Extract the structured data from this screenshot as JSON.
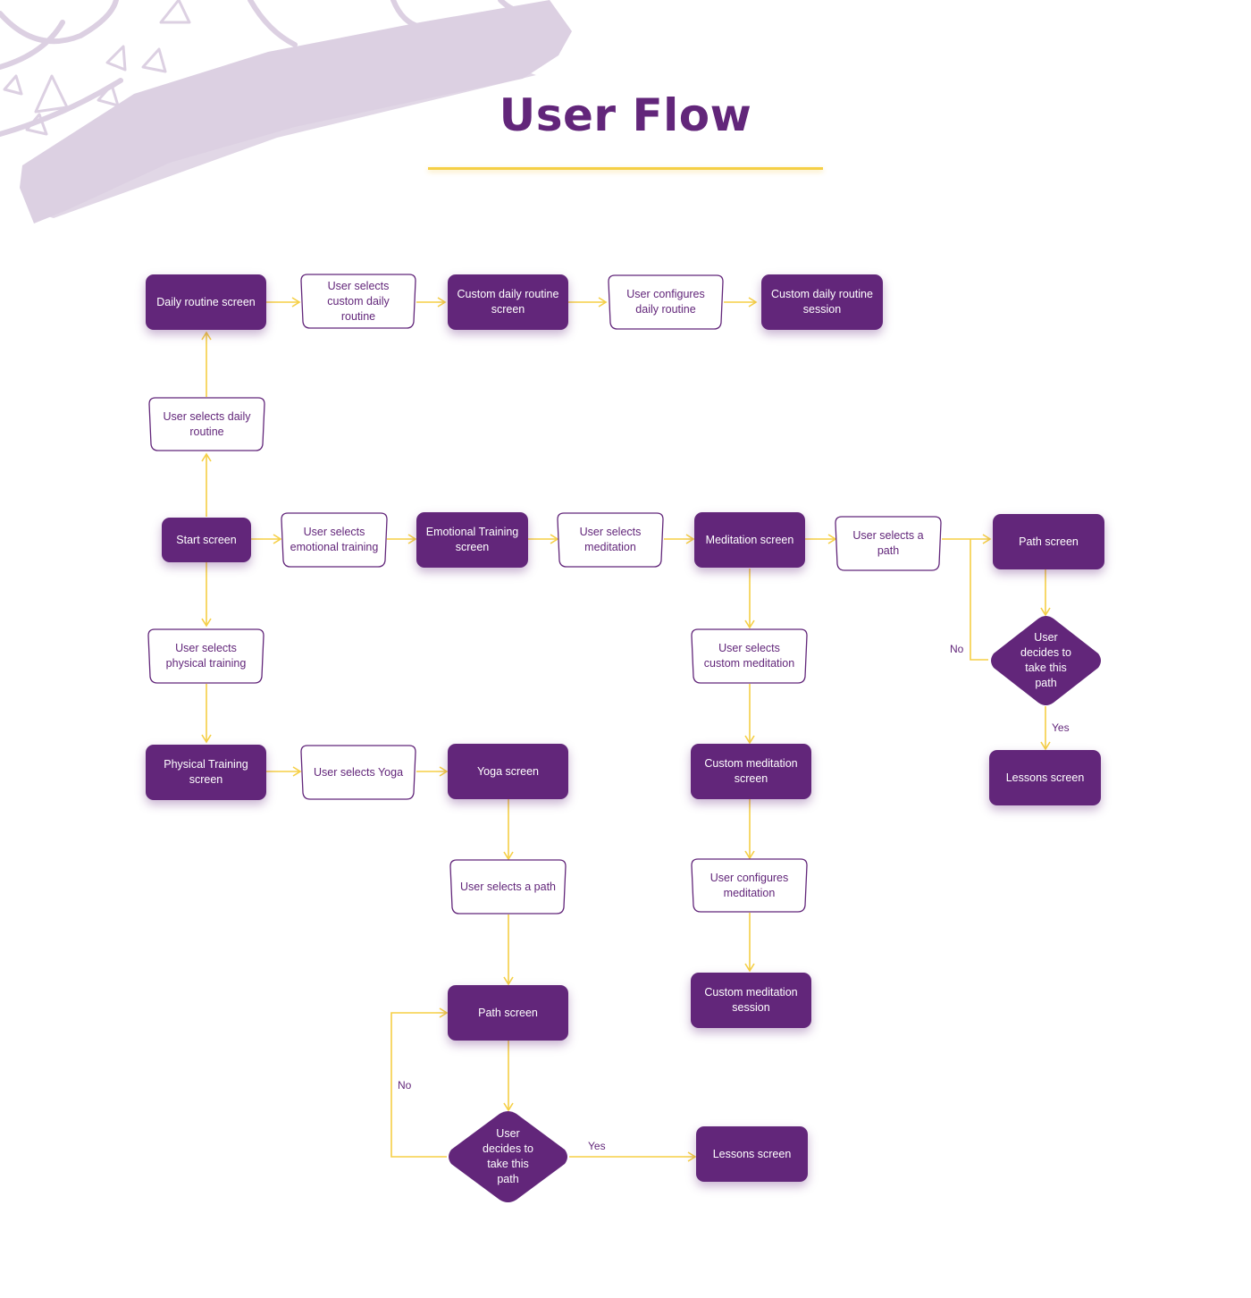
{
  "title": "User Flow",
  "colors": {
    "primary": "#62267a",
    "accent": "#f5cf45",
    "decoration": "#dcd0e2"
  },
  "nodes": {
    "daily_routine_screen": "Daily routine screen",
    "selects_custom_daily": "User selects custom daily routine",
    "custom_daily_screen": "Custom daily routine screen",
    "configures_daily": "User configures daily routine",
    "custom_daily_session": "Custom daily routine session",
    "selects_daily": "User selects daily routine",
    "start_screen": "Start screen",
    "selects_emotional": "User selects emotional training",
    "emotional_screen": "Emotional Training screen",
    "selects_meditation": "User selects meditation",
    "meditation_screen": "Meditation screen",
    "selects_path_right": "User selects a path",
    "path_screen_right": "Path screen",
    "decision_right": "User decides to take this path",
    "lessons_screen_right": "Lessons screen",
    "selects_physical": "User selects physical training",
    "selects_custom_meditation": "User selects custom meditation",
    "physical_screen": "Physical Training screen",
    "selects_yoga": "User selects Yoga",
    "yoga_screen": "Yoga screen",
    "custom_meditation_screen": "Custom meditation screen",
    "selects_path_bottom": "User selects a path",
    "configures_meditation": "User configures meditation",
    "custom_meditation_session": "Custom meditation session",
    "path_screen_bottom": "Path screen",
    "decision_bottom": "User decides to take this path",
    "lessons_screen_bottom": "Lessons screen"
  },
  "edge_labels": {
    "right_no": "No",
    "right_yes": "Yes",
    "bottom_no": "No",
    "bottom_yes": "Yes"
  }
}
